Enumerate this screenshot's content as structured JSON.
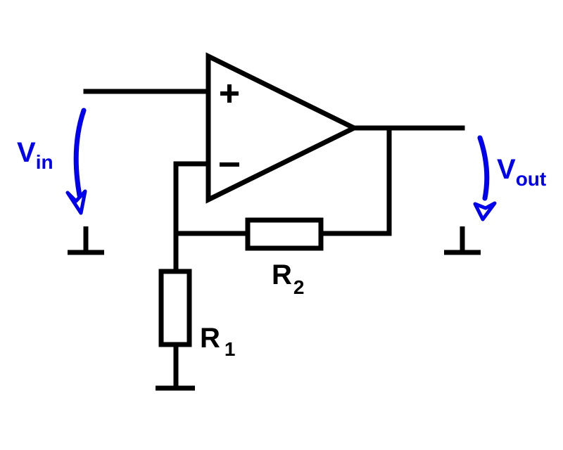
{
  "colors": {
    "wire": "#000000",
    "voltage_arrow": "#0000ee",
    "background": "#ffffff"
  },
  "opamp": {
    "plus_sign": "+",
    "minus_sign": "−"
  },
  "labels": {
    "vin": {
      "main": "V",
      "sub": "in"
    },
    "vout": {
      "main": "V",
      "sub": "out"
    },
    "r1": {
      "main": "R",
      "sub": "1"
    },
    "r2": {
      "main": "R",
      "sub": "2"
    }
  }
}
